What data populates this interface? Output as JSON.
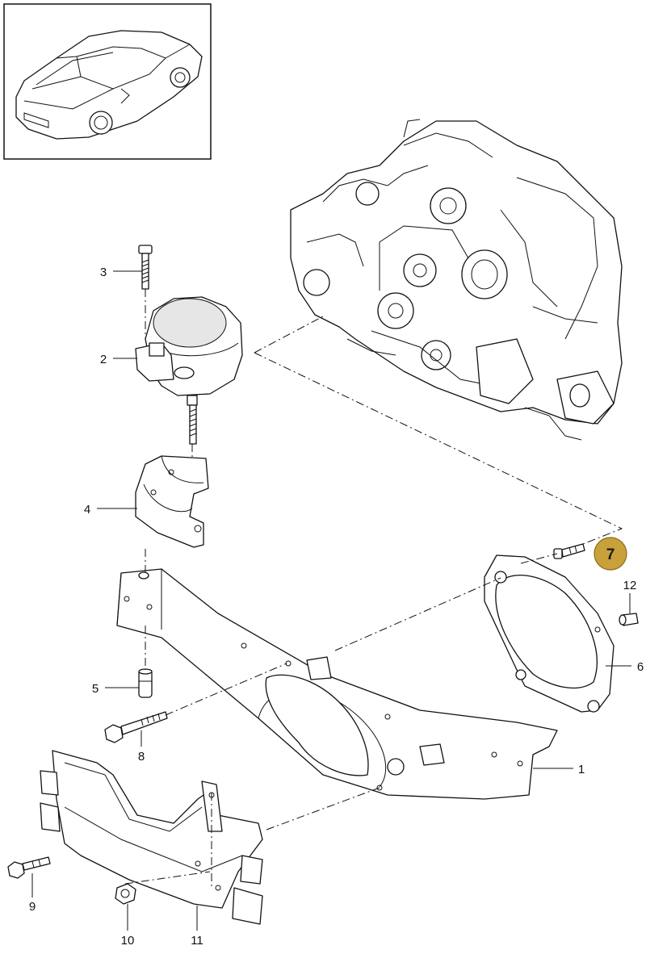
{
  "callouts": [
    {
      "id": "3",
      "label": "3"
    },
    {
      "id": "2",
      "label": "2"
    },
    {
      "id": "4",
      "label": "4"
    },
    {
      "id": "5",
      "label": "5"
    },
    {
      "id": "8",
      "label": "8"
    },
    {
      "id": "9",
      "label": "9"
    },
    {
      "id": "10",
      "label": "10"
    },
    {
      "id": "11",
      "label": "11"
    },
    {
      "id": "1",
      "label": "1"
    },
    {
      "id": "6",
      "label": "6"
    },
    {
      "id": "12",
      "label": "12"
    },
    {
      "id": "7",
      "label": "7"
    }
  ],
  "highlight": {
    "label": "7",
    "color": "#c9a13a"
  }
}
